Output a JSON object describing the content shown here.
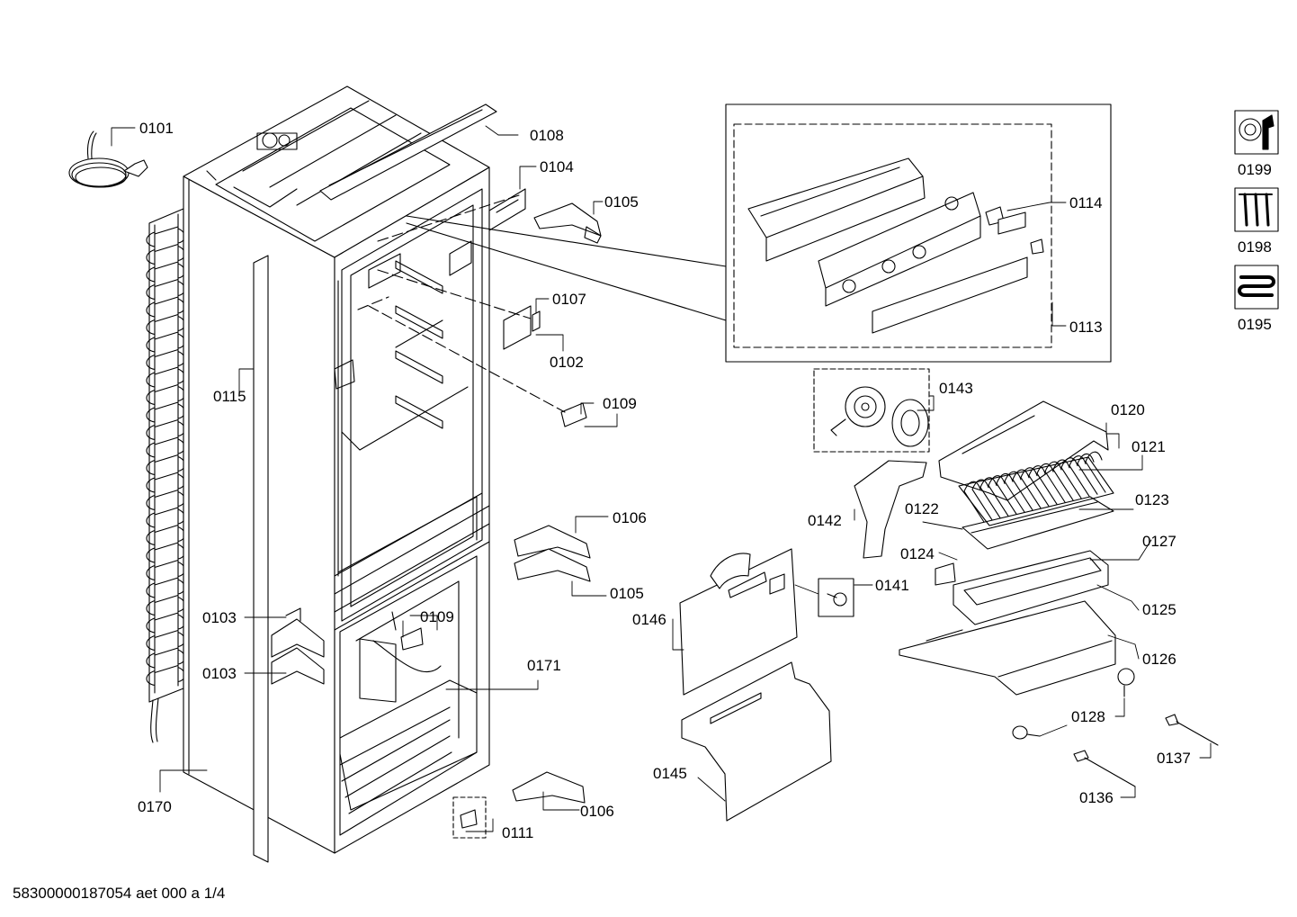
{
  "diagram": {
    "part_labels": {
      "p0101": "0101",
      "p0108": "0108",
      "p0104": "0104",
      "p0105a": "0105",
      "p0114": "0114",
      "p0113": "0113",
      "p0107": "0107",
      "p0102": "0102",
      "p0109a": "0109",
      "p0115": "0115",
      "p0143": "0143",
      "p0120": "0120",
      "p0121": "0121",
      "p0123": "0123",
      "p0122": "0122",
      "p0142": "0142",
      "p0106a": "0106",
      "p0105b": "0105",
      "p0124": "0124",
      "p0127": "0127",
      "p0141": "0141",
      "p0125": "0125",
      "p0103a": "0103",
      "p0109b": "0109",
      "p0146": "0146",
      "p0171": "0171",
      "p0103b": "0103",
      "p0126": "0126",
      "p0128": "0128",
      "p0137": "0137",
      "p0145": "0145",
      "p0136": "0136",
      "p0170": "0170",
      "p0106b": "0106",
      "p0111": "0111"
    },
    "side_icons": [
      {
        "icon": "nut-wrench-icon",
        "label": "0199"
      },
      {
        "icon": "screws-icon",
        "label": "0198"
      },
      {
        "icon": "tube-coil-icon",
        "label": "0195"
      }
    ],
    "footer": "58300000187054 aet 000 a 1/4"
  }
}
